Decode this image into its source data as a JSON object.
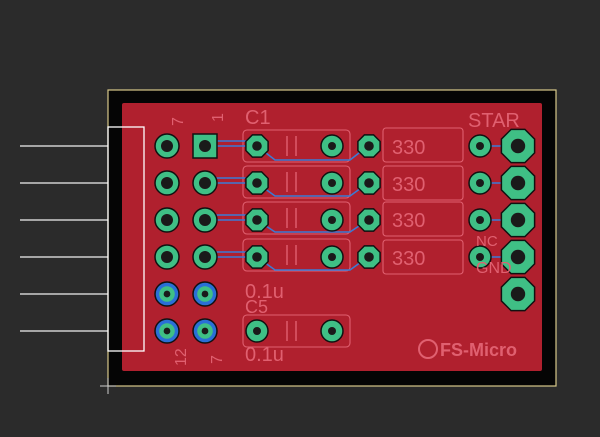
{
  "app": {
    "view": "pcb-layout"
  },
  "board": {
    "brand": "FS-Micro",
    "colors": {
      "background": "#2b2b2b",
      "copper": "#b0202e",
      "outline": "#d8c98a",
      "silkscreen": "#ffffff",
      "silk_faint": "#e06070",
      "pad": "#3fbf85",
      "via": "#2a6fd6",
      "trace": "#3a7bd5",
      "hole": "#1a1a1a"
    }
  },
  "labels": {
    "c1": "C1",
    "r_values": [
      "330",
      "330",
      "330",
      "330"
    ],
    "star": "STAR",
    "cap_top": "0.1u",
    "cap_bottom": "0.1u",
    "c5": "C5",
    "pin7_top": "7",
    "pin1": "1",
    "pin12": "12",
    "pin7_bottom": "7",
    "gnd": "GND",
    "nc": "NC"
  }
}
